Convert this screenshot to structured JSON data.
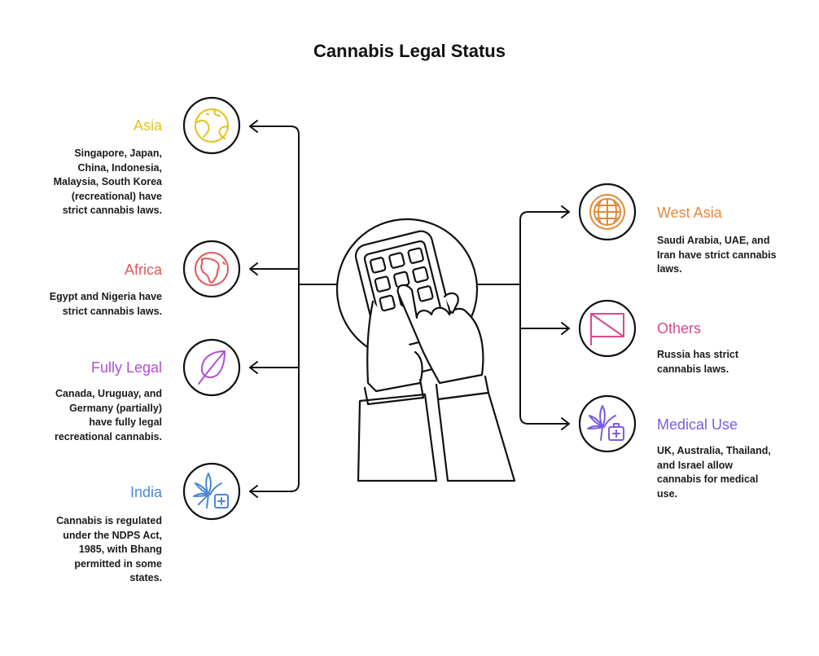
{
  "title": "Cannabis Legal Status",
  "colors": {
    "asia": "#e2c21e",
    "africa": "#e0585a",
    "fully_legal": "#b14fd6",
    "india": "#4a87d6",
    "west_asia": "#e3893a",
    "others": "#d9488f",
    "medical_use": "#7b5ce0",
    "line": "#111111"
  },
  "left": [
    {
      "key": "asia",
      "label": "Asia",
      "icon": "globe-icon",
      "desc": [
        "Singapore, Japan,",
        "China, Indonesia,",
        "Malaysia, South Korea",
        "(recreational) have",
        "strict cannabis laws."
      ]
    },
    {
      "key": "africa",
      "label": "Africa",
      "icon": "africa-globe-icon",
      "desc": [
        "Egypt and Nigeria have",
        "strict cannabis laws."
      ]
    },
    {
      "key": "fully_legal",
      "label": "Fully Legal",
      "icon": "leaf-icon",
      "desc": [
        "Canada, Uruguay, and",
        "Germany (partially)",
        "have fully legal",
        "recreational cannabis."
      ]
    },
    {
      "key": "india",
      "label": "India",
      "icon": "cannabis-leaf-plus-icon",
      "desc": [
        "Cannabis is regulated",
        "under the NDPS Act,",
        "1985, with Bhang",
        "permitted in some",
        "states."
      ]
    }
  ],
  "right": [
    {
      "key": "west_asia",
      "label": "West Asia",
      "icon": "grid-globe-icon",
      "desc": [
        "Saudi Arabia, UAE, and",
        "Iran have strict cannabis",
        "laws."
      ]
    },
    {
      "key": "others",
      "label": "Others",
      "icon": "flag-icon",
      "desc": [
        "Russia has strict",
        "cannabis laws."
      ]
    },
    {
      "key": "medical_use",
      "label": "Medical Use",
      "icon": "cannabis-medical-kit-icon",
      "desc": [
        "UK, Australia, Thailand,",
        "and Israel allow",
        "cannabis for medical",
        "use."
      ]
    }
  ]
}
